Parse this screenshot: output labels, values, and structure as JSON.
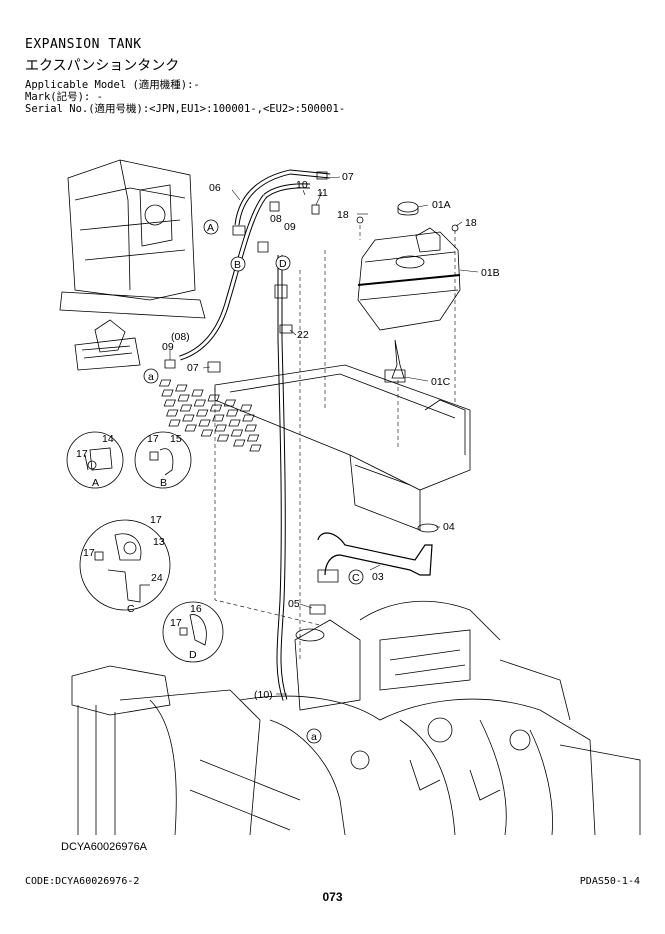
{
  "header": {
    "title_en": "EXPANSION TANK",
    "title_jp": "エクスパンションタンク",
    "applicable_model": "Applicable Model (適用機種):-",
    "mark": "Mark(記号): -",
    "serial": "Serial No.(適用号機):<JPN,EU1>:100001-,<EU2>:500001-"
  },
  "callouts": {
    "p06": "06",
    "p10": "10",
    "p07": "07",
    "p11": "11",
    "p08": "08",
    "p09": "09",
    "p18a": "18",
    "p18b": "18",
    "p01A": "01A",
    "p01B": "01B",
    "p01C": "01C",
    "p22": "22",
    "p08p": "(08)",
    "p09b": "09",
    "p07b": "07",
    "p04": "04",
    "p03": "03",
    "p05": "05",
    "p10p": "(10)",
    "A_14": "14",
    "A_17": "17",
    "B_17": "17",
    "B_15": "15",
    "C_17a": "17",
    "C_13": "13",
    "C_17b": "17",
    "C_24": "24",
    "D_16": "16",
    "D_17": "17"
  },
  "view_letters": {
    "A": "A",
    "B": "B",
    "C": "C",
    "D": "D"
  },
  "circled": {
    "A": "A",
    "B": "B",
    "C": "C",
    "D": "D",
    "a1": "a",
    "a2": "a"
  },
  "figure_ref": "DCYA60026976A",
  "footer": {
    "code": "CODE:DCYA60026976-2",
    "page": "073",
    "doc": "PDAS50-1-4"
  }
}
